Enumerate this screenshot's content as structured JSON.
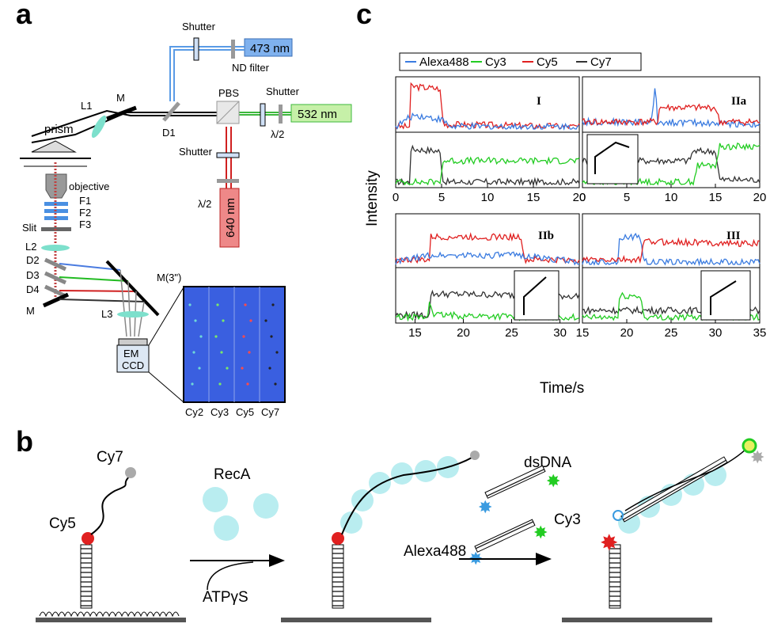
{
  "panels": {
    "a": "a",
    "b": "b",
    "c": "c"
  },
  "panel_a": {
    "lasers": [
      "473 nm",
      "532 nm",
      "640 nm"
    ],
    "shutter": "Shutter",
    "nd_filter": "ND filter",
    "pbs": "PBS",
    "lambda_half": "λ/2",
    "prism": "prism",
    "objective": "objective",
    "l1": "L1",
    "m": "M",
    "d1": "D1",
    "filters": [
      "F1",
      "F2",
      "F3"
    ],
    "slit": "Slit",
    "l2": "L2",
    "d2": "D2",
    "d3": "D3",
    "d4": "D4",
    "m3": "M(3\")",
    "l3": "L3",
    "em": "EM",
    "ccd": "CCD",
    "channels": [
      "Cy2",
      "Cy3",
      "Cy5",
      "Cy7"
    ]
  },
  "panel_b": {
    "cy7": "Cy7",
    "cy5": "Cy5",
    "reca": "RecA",
    "atp": "ATPγS",
    "dsdna": "dsDNA",
    "cy3": "Cy3",
    "alexa": "Alexa488"
  },
  "panel_c": {
    "legend": [
      {
        "name": "Alexa488",
        "color": "#3a7be0"
      },
      {
        "name": "Cy3",
        "color": "#22cc22"
      },
      {
        "name": "Cy5",
        "color": "#e02020"
      },
      {
        "name": "Cy7",
        "color": "#333333"
      }
    ],
    "ylabel": "Intensity",
    "xlabel": "Time/s",
    "subpanels": [
      {
        "id": "I",
        "x_ticks": [
          "0",
          "5",
          "10",
          "15",
          "20"
        ]
      },
      {
        "id": "IIa",
        "x_ticks": [
          "0",
          "5",
          "10",
          "15",
          "20"
        ]
      },
      {
        "id": "IIb",
        "x_ticks": [
          "15",
          "20",
          "25",
          "30"
        ]
      },
      {
        "id": "III",
        "x_ticks": [
          "15",
          "20",
          "25",
          "30",
          "35"
        ]
      }
    ]
  },
  "chart_data": [
    {
      "type": "line",
      "title": "I",
      "xlim": [
        0,
        20
      ],
      "series": [
        {
          "name": "Cy5",
          "x": [
            0,
            1.5,
            1.6,
            4.8,
            5.2,
            20
          ],
          "values": [
            0.05,
            0.05,
            0.9,
            0.85,
            0.1,
            0.05
          ]
        },
        {
          "name": "Alexa488",
          "x": [
            0,
            2,
            5,
            6,
            20
          ],
          "values": [
            0.05,
            0.3,
            0.2,
            0.05,
            0.05
          ]
        },
        {
          "name": "Cy7",
          "x": [
            0,
            1.5,
            1.6,
            4.8,
            5.2,
            20
          ],
          "values": [
            0.05,
            0.05,
            0.75,
            0.7,
            0.05,
            0.05
          ]
        },
        {
          "name": "Cy3",
          "x": [
            0,
            4.8,
            5.2,
            20
          ],
          "values": [
            0.05,
            0.05,
            0.5,
            0.5
          ]
        }
      ]
    },
    {
      "type": "line",
      "title": "IIa",
      "xlim": [
        0,
        20
      ],
      "series": [
        {
          "name": "Alexa488",
          "x": [
            0,
            7.8,
            8.2,
            8.5,
            20
          ],
          "values": [
            0.15,
            0.15,
            0.9,
            0.15,
            0.1
          ]
        },
        {
          "name": "Cy5",
          "x": [
            0,
            8.5,
            8.6,
            15,
            15.5,
            20
          ],
          "values": [
            0.15,
            0.15,
            0.45,
            0.45,
            0.15,
            0.15
          ]
        },
        {
          "name": "Cy7",
          "x": [
            0,
            12,
            12.5,
            15,
            15.5,
            20
          ],
          "values": [
            0.5,
            0.5,
            0.7,
            0.7,
            0.1,
            0.1
          ]
        },
        {
          "name": "Cy3",
          "x": [
            0,
            12.5,
            13,
            15,
            15.5,
            20
          ],
          "values": [
            0.05,
            0.05,
            0.4,
            0.4,
            0.8,
            0.8
          ]
        }
      ]
    },
    {
      "type": "line",
      "title": "IIb",
      "xlim": [
        13,
        32
      ],
      "series": [
        {
          "name": "Cy5",
          "x": [
            13,
            16.5,
            16.6,
            26,
            26.3,
            32
          ],
          "values": [
            0.1,
            0.1,
            0.6,
            0.6,
            0.1,
            0.1
          ]
        },
        {
          "name": "Alexa488",
          "x": [
            13,
            16.5,
            26,
            32
          ],
          "values": [
            0.05,
            0.2,
            0.2,
            0.05
          ]
        },
        {
          "name": "Cy7",
          "x": [
            13,
            16.5,
            16.6,
            32
          ],
          "values": [
            0.1,
            0.1,
            0.55,
            0.5
          ]
        },
        {
          "name": "Cy3",
          "x": [
            13,
            16.3,
            16.5,
            17,
            32
          ],
          "values": [
            0.05,
            0.05,
            0.4,
            0.1,
            0.05
          ]
        }
      ]
    },
    {
      "type": "line",
      "title": "III",
      "xlim": [
        15,
        35
      ],
      "series": [
        {
          "name": "Alexa488",
          "x": [
            15,
            19,
            19.2,
            21.5,
            22,
            35
          ],
          "values": [
            0.05,
            0.05,
            0.6,
            0.6,
            0.05,
            0.05
          ]
        },
        {
          "name": "Cy5",
          "x": [
            15,
            21.5,
            22,
            35
          ],
          "values": [
            0.1,
            0.1,
            0.5,
            0.45
          ]
        },
        {
          "name": "Cy7",
          "x": [
            15,
            35
          ],
          "values": [
            0.2,
            0.2
          ]
        },
        {
          "name": "Cy3",
          "x": [
            15,
            19,
            19.2,
            21.5,
            22,
            35
          ],
          "values": [
            0.05,
            0.05,
            0.5,
            0.5,
            0.05,
            0.05
          ]
        }
      ]
    }
  ]
}
